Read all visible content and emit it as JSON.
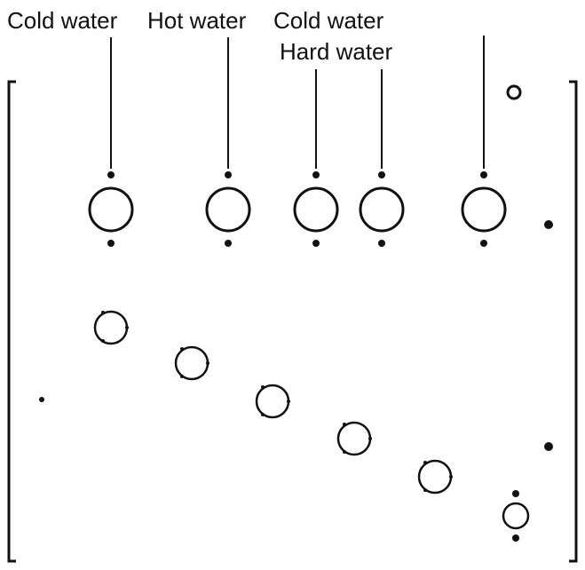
{
  "labels": {
    "cold_water_1": "Cold water",
    "hot_water": "Hot water",
    "cold_water_2": "Cold water",
    "hard_water": "Hard water"
  },
  "colors": {
    "ink": "#111111",
    "background": "#ffffff"
  }
}
